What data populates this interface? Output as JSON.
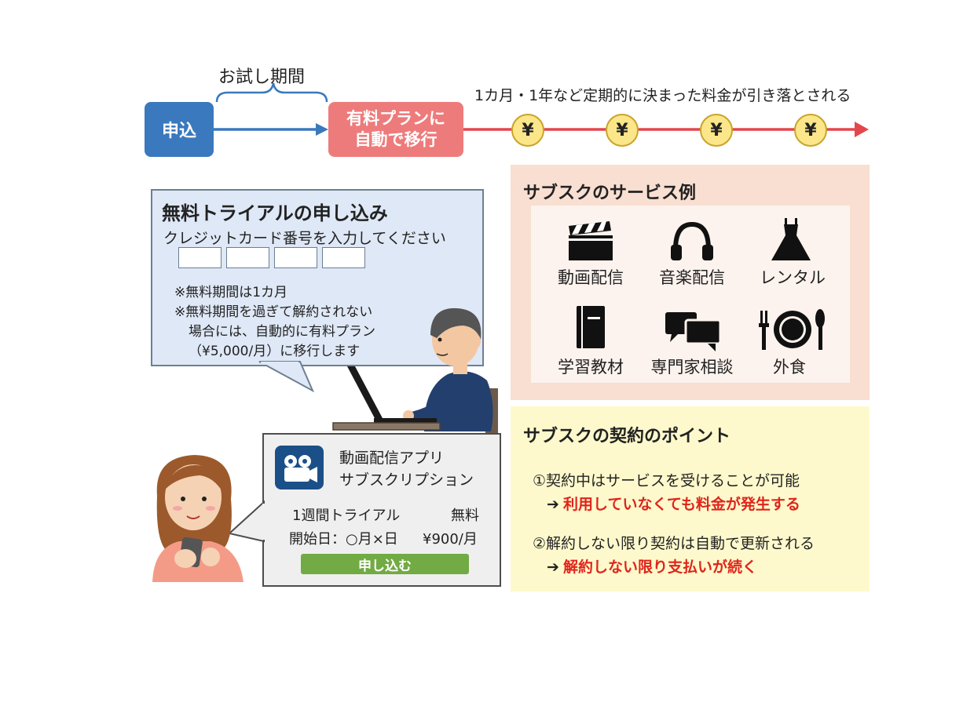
{
  "flow": {
    "apply_label": "申込",
    "trial_period_label": "お試し期間",
    "paid_plan_line1": "有料プランに",
    "paid_plan_line2": "自動で移行",
    "recurring_label": "1カ月・1年など定期的に決まった料金が引き落とされる",
    "coin_symbol": "¥"
  },
  "trial_form": {
    "title": "無料トライアルの申し込み",
    "card_prompt": "クレジットカード番号を入力してください",
    "note1": "※無料期間は1カ月",
    "note2": "※無料期間を過ぎて解約されない",
    "note3": "場合には、自動的に有料プラン",
    "note4": "（¥5,000/月）に移行します"
  },
  "app_card": {
    "title_line1": "動画配信アプリ",
    "title_line2": "サブスクリプション",
    "trial_label": "1週間トライアル",
    "trial_price": "無料",
    "start_label": "開始日：○月×日",
    "price": "¥900/月",
    "apply_button": "申し込む"
  },
  "services": {
    "title": "サブスクのサービス例",
    "items": [
      {
        "label": "動画配信",
        "icon": "clapperboard-icon"
      },
      {
        "label": "音楽配信",
        "icon": "headphones-icon"
      },
      {
        "label": "レンタル",
        "icon": "dress-icon"
      },
      {
        "label": "学習教材",
        "icon": "book-icon"
      },
      {
        "label": "専門家相談",
        "icon": "chat-bubbles-icon"
      },
      {
        "label": "外食",
        "icon": "plate-utensils-icon"
      }
    ]
  },
  "points": {
    "title": "サブスクの契約のポイント",
    "point1": "①契約中はサービスを受けることが可能",
    "point1_result": "利用していなくても料金が発生する",
    "point2": "②解約しない限り契約は自動で更新される",
    "point2_result": "解約しない限り支払いが続く",
    "arrow": "➔"
  },
  "colors": {
    "apply_blue": "#3a79bd",
    "paid_red": "#ee7b7b",
    "timeline_red": "#e4464e",
    "coin_yellow": "#fce68a",
    "emphasis_red": "#e0241b",
    "button_green": "#72aa44",
    "services_bg": "#f8dfd1",
    "points_bg": "#fdf9cc"
  }
}
